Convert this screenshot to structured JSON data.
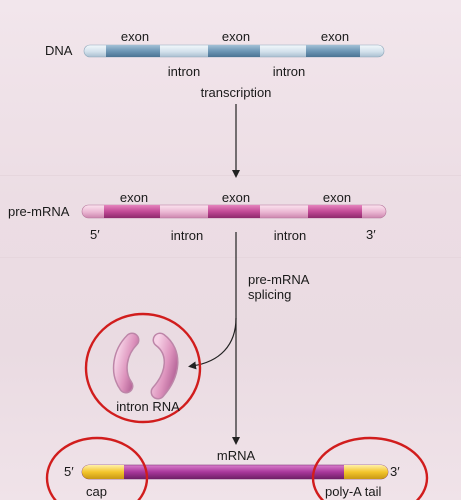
{
  "dna": {
    "label": "DNA",
    "segments": {
      "exon1": "exon",
      "exon2": "exon",
      "exon3": "exon",
      "intron1": "intron",
      "intron2": "intron"
    }
  },
  "transcription": {
    "label": "transcription"
  },
  "pre_mrna": {
    "label": "pre-mRNA",
    "end5": "5′",
    "end3": "3′",
    "segments": {
      "exon1": "exon",
      "exon2": "exon",
      "exon3": "exon",
      "intron1": "intron",
      "intron2": "intron"
    }
  },
  "splicing": {
    "line1": "pre-mRNA",
    "line2": "splicing"
  },
  "intron_rna": {
    "label": "intron RNA"
  },
  "mrna": {
    "label": "mRNA",
    "end5": "5′",
    "end3": "3′",
    "cap": "cap",
    "tail": "poly-A tail"
  },
  "colors": {
    "dna_light": "#d8e4ef",
    "dna_exon": "#6e97b6",
    "premrna_light": "#efc6dc",
    "premrna_exon": "#c24a96",
    "mrna_body": "#a8379b",
    "cap_yellow": "#f3c52c",
    "circle_red": "#d11d1d"
  }
}
